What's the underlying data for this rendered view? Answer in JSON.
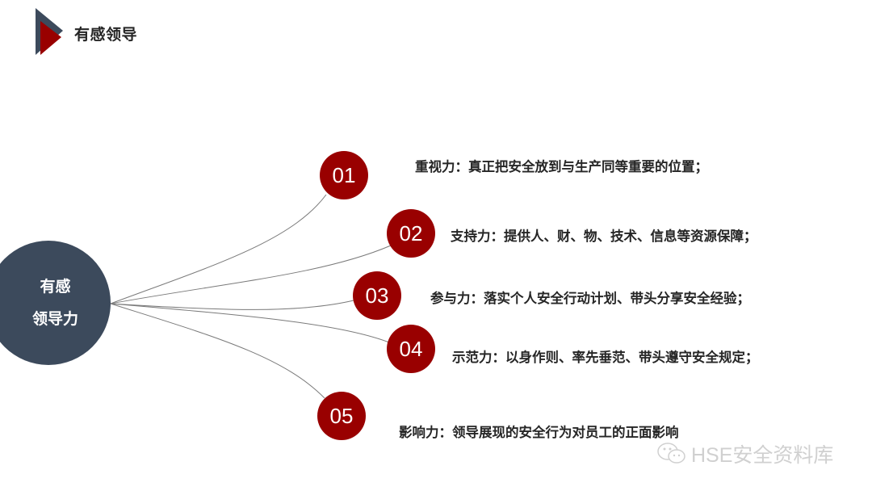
{
  "header": {
    "title": "有感领导",
    "icon": "play-triangle-icon",
    "colors": {
      "dark": "#3c4a5c",
      "red": "#990000"
    }
  },
  "hub": {
    "line1": "有感",
    "line2": "领导力",
    "color": "#3c4a5c"
  },
  "items": [
    {
      "number": "01",
      "text": "重视力：真正把安全放到与生产同等重要的位置；"
    },
    {
      "number": "02",
      "text": "支持力：提供人、财、物、技术、信息等资源保障；"
    },
    {
      "number": "03",
      "text": "参与力：落实个人安全行动计划、带头分享安全经验；"
    },
    {
      "number": "04",
      "text": "示范力：以身作则、率先垂范、带头遵守安全规定；"
    },
    {
      "number": "05",
      "text": "影响力：领导展现的安全行为对员工的正面影响"
    }
  ],
  "node_color": "#990000",
  "watermark": {
    "icon": "wechat-icon",
    "text": "HSE安全资料库"
  }
}
